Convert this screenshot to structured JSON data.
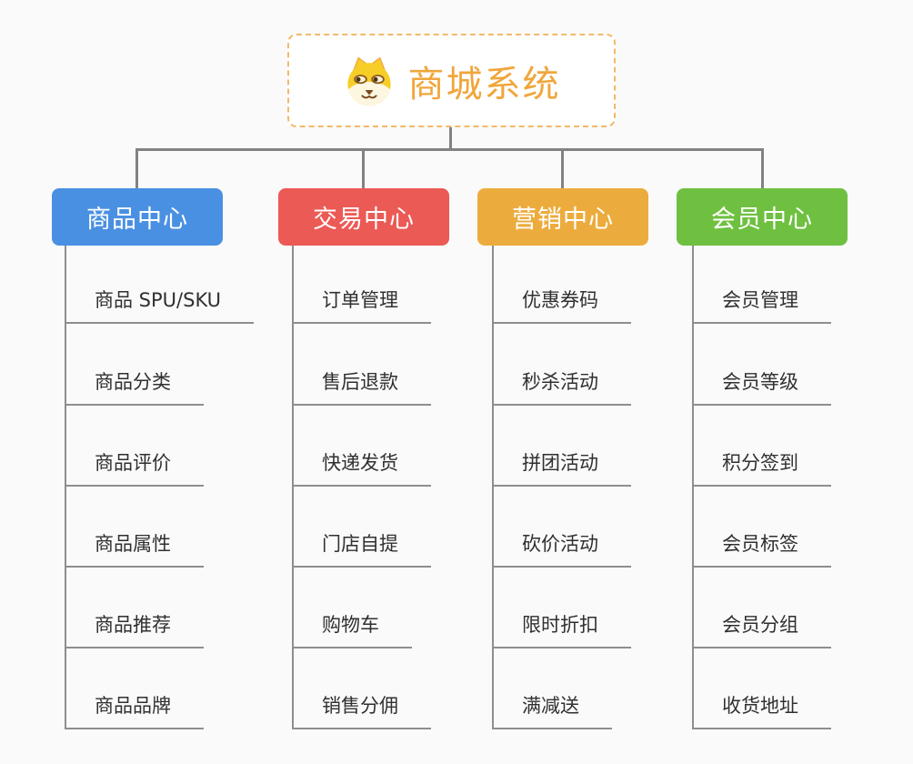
{
  "canvas": {
    "background": "#fafafa"
  },
  "root": {
    "title": "商城系统",
    "icon": "dog-face-icon",
    "title_color": "#f0a63c",
    "border_color": "#f2b96a"
  },
  "connectors": {
    "main_color": "#828282",
    "leaf_line_color": "#8e8e8e"
  },
  "branches": [
    {
      "label": "商品中心",
      "color": "#4a90e2",
      "children": [
        "商品 SPU/SKU",
        "商品分类",
        "商品评价",
        "商品属性",
        "商品推荐",
        "商品品牌"
      ]
    },
    {
      "label": "交易中心",
      "color": "#eb5a55",
      "children": [
        "订单管理",
        "售后退款",
        "快递发货",
        "门店自提",
        "购物车",
        "销售分佣"
      ]
    },
    {
      "label": "营销中心",
      "color": "#ecac3d",
      "children": [
        "优惠券码",
        "秒杀活动",
        "拼团活动",
        "砍价活动",
        "限时折扣",
        "满减送"
      ]
    },
    {
      "label": "会员中心",
      "color": "#6fc040",
      "children": [
        "会员管理",
        "会员等级",
        "积分签到",
        "会员标签",
        "会员分组",
        "收货地址"
      ]
    }
  ]
}
